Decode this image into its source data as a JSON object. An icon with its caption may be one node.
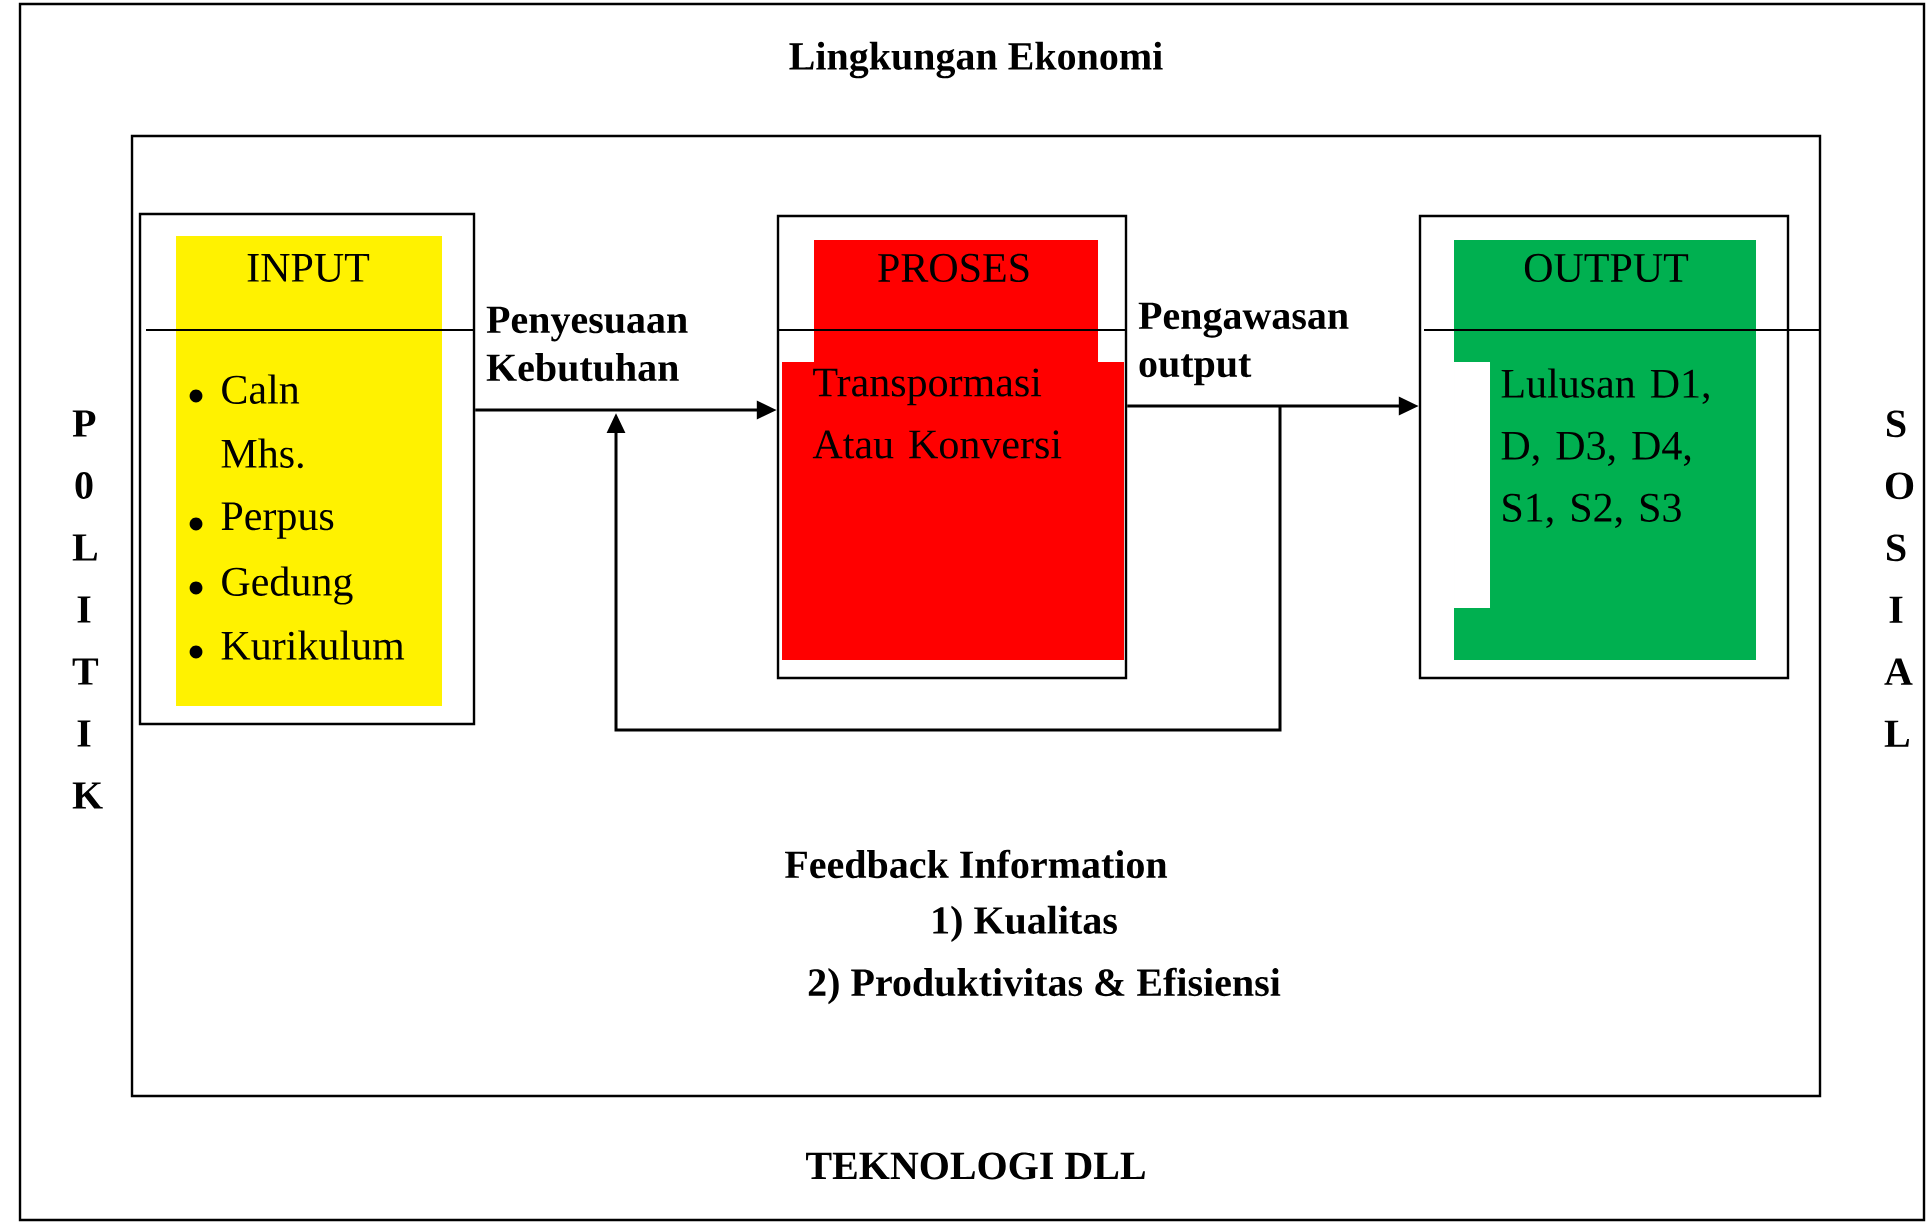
{
  "diagram": {
    "nodes": [
      {
        "text": [
          "Lingkungan Ekonomi",
          "P0LITIK",
          "SOSIAL",
          "TEKNOLOGI DLL"
        ]
      },
      {
        "text": [],
        "shape": "box",
        "in": 0
      },
      {
        "text": [
          "INPUT",
          "Caln Mhs.",
          "Perpus",
          "Gedung",
          "Kurikulum"
        ],
        "in": 1
      },
      {
        "text": [
          "PROSES",
          "Transpormasi Atau Konversi"
        ],
        "in": 1
      },
      {
        "text": [
          "OUTPUT",
          "Lulusan D1, D, D3, D4, S1, S2, S3"
        ],
        "in": 1
      }
    ],
    "edges": [
      {
        "from": 2,
        "to": 3,
        "arrow": "to",
        "label": "Penyesuaan Kebutuhan"
      },
      {
        "from": 3,
        "to": 4,
        "arrow": "to",
        "label": "Pengawasan output"
      },
      {
        "from": 4,
        "to": 2,
        "arrow": "to"
      }
    ],
    "labels": [
      "Feedback Information",
      "1) Kualitas",
      "2) Produktivitas & Efisiensi"
    ]
  }
}
